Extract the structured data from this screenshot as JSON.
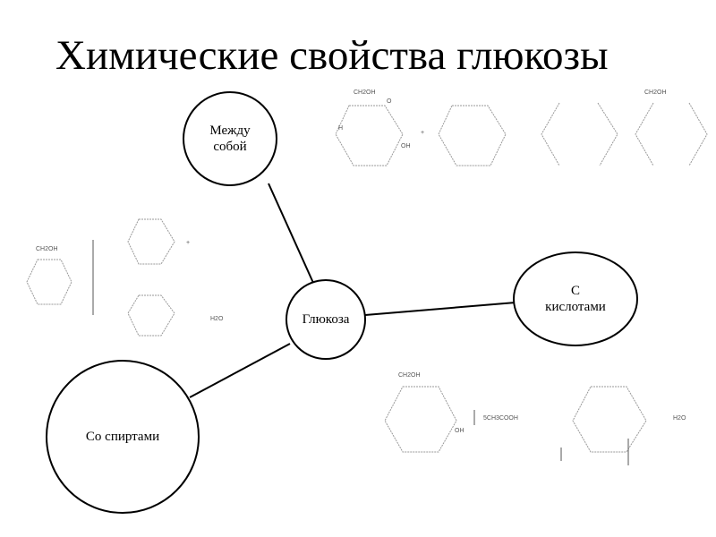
{
  "slide": {
    "title": "Химические свойства глюкозы",
    "center_node": "Глюкоза",
    "nodes": [
      {
        "id": "between",
        "label_lines": [
          "Между",
          "собой"
        ]
      },
      {
        "id": "acids",
        "label_lines": [
          "С",
          "кислотами"
        ]
      },
      {
        "id": "alcohols",
        "label_lines": [
          "Со спиртами"
        ]
      }
    ],
    "formula_labels": {
      "ch2oh": "CH2OH",
      "oh": "OH",
      "h": "H",
      "o": "O",
      "plus": "+",
      "acetic": "5CH3COOH",
      "water": "H2O"
    }
  }
}
